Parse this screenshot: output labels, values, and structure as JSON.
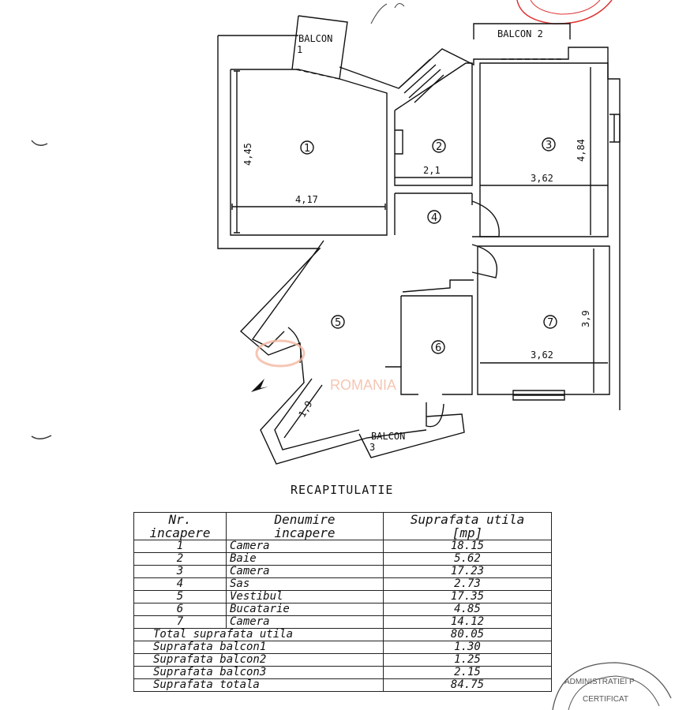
{
  "plan": {
    "balconies": [
      "BALCON",
      "1",
      "BALCON 2",
      "BALCON",
      "3"
    ],
    "rooms": [
      "1",
      "2",
      "3",
      "4",
      "5",
      "6",
      "7"
    ],
    "dimensions": [
      "4,45",
      "4,17",
      "2,1",
      "4,84",
      "3,62",
      "3,9",
      "3,62",
      "1,9"
    ],
    "watermark": "ROMANIA",
    "stamp_bottom": "ADMINISTRATIEI P",
    "stamp_bottom_2": "CERTIFICAT"
  },
  "summary": {
    "title": "RECAPITULATIE",
    "headers": {
      "nr_1": "Nr.",
      "nr_2": "incapere",
      "den_1": "Denumire",
      "den_2": "incapere",
      "sup_1": "Suprafata utila",
      "sup_2": "[mp]"
    },
    "rows": [
      {
        "nr": "1",
        "name": "Camera",
        "area": "18.15"
      },
      {
        "nr": "2",
        "name": "Baie",
        "area": "5.62"
      },
      {
        "nr": "3",
        "name": "Camera",
        "area": "17.23"
      },
      {
        "nr": "4",
        "name": "Sas",
        "area": "2.73"
      },
      {
        "nr": "5",
        "name": "Vestibul",
        "area": "17.35"
      },
      {
        "nr": "6",
        "name": "Bucatarie",
        "area": "4.85"
      },
      {
        "nr": "7",
        "name": "Camera",
        "area": "14.12"
      }
    ],
    "totals": [
      {
        "label": "Total suprafata utila",
        "area": "80.05"
      },
      {
        "label": "Suprafata balcon1",
        "area": "1.30"
      },
      {
        "label": "Suprafata balcon2",
        "area": "1.25"
      },
      {
        "label": "Suprafata balcon3",
        "area": "2.15"
      },
      {
        "label": "Suprafata totala",
        "area": "84.75"
      }
    ]
  }
}
